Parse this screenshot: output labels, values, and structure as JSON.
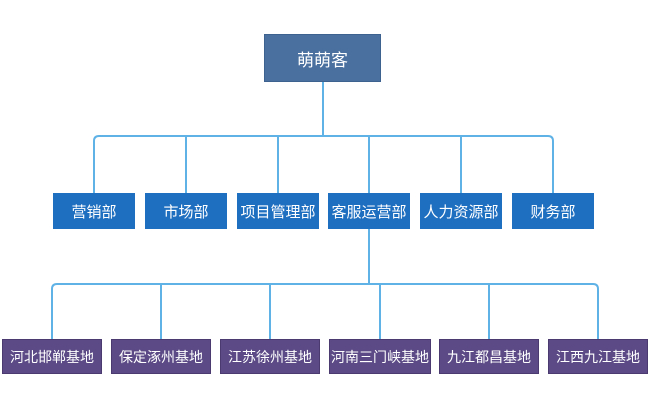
{
  "root": {
    "label": "萌萌客"
  },
  "departments": [
    {
      "label": "营销部"
    },
    {
      "label": "市场部"
    },
    {
      "label": "项目管理部"
    },
    {
      "label": "客服运营部"
    },
    {
      "label": "人力资源部"
    },
    {
      "label": "财务部"
    }
  ],
  "bases": [
    {
      "label": "河北邯郸基地"
    },
    {
      "label": "保定涿州基地"
    },
    {
      "label": "江苏徐州基地"
    },
    {
      "label": "河南三门峡基地"
    },
    {
      "label": "九江都昌基地"
    },
    {
      "label": "江西九江基地"
    }
  ],
  "colors": {
    "root_fill": "#4a70a0",
    "department_fill": "#1f6fc0",
    "base_fill": "#5b4a86",
    "connector": "#5fb2e6"
  }
}
